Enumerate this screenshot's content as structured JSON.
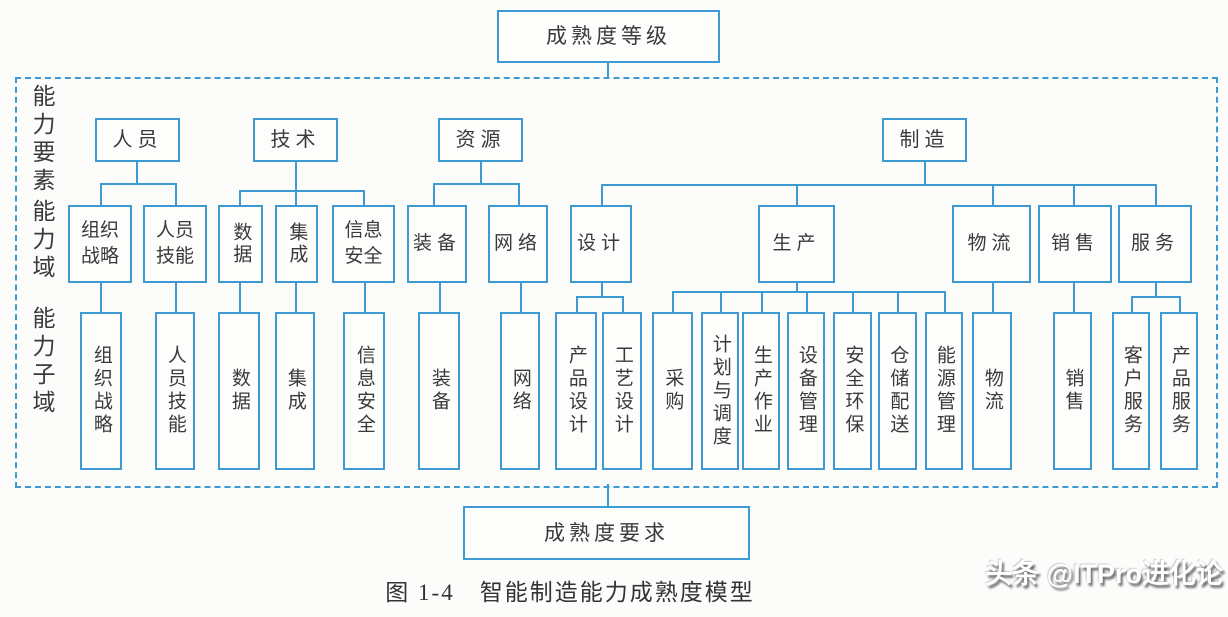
{
  "top_box": {
    "label": "成熟度等级"
  },
  "bottom_box": {
    "label": "成熟度要求"
  },
  "caption": "图 1-4　智能制造能力成熟度模型",
  "watermark": "头条 @ITPro进化论",
  "frame_labels": {
    "elements": "能力要素",
    "domain": "能力域",
    "subdomain": "能力子域"
  },
  "row1": [
    {
      "label": "人员"
    },
    {
      "label": "技术"
    },
    {
      "label": "资源"
    },
    {
      "label": "制造"
    }
  ],
  "row2": [
    {
      "label": "组织战略"
    },
    {
      "label": "人员技能"
    },
    {
      "label": "数据"
    },
    {
      "label": "集成"
    },
    {
      "label": "信息安全"
    },
    {
      "label": "装备"
    },
    {
      "label": "网络"
    },
    {
      "label": "设计"
    },
    {
      "label": "生产"
    },
    {
      "label": "物流"
    },
    {
      "label": "销售"
    },
    {
      "label": "服务"
    }
  ],
  "row3": [
    {
      "label": "组织战略"
    },
    {
      "label": "人员技能"
    },
    {
      "label": "数据"
    },
    {
      "label": "集成"
    },
    {
      "label": "信息安全"
    },
    {
      "label": "装备"
    },
    {
      "label": "网络"
    },
    {
      "label": "产品设计"
    },
    {
      "label": "工艺设计"
    },
    {
      "label": "采购"
    },
    {
      "label": "计划与调度"
    },
    {
      "label": "生产作业"
    },
    {
      "label": "设备管理"
    },
    {
      "label": "安全环保"
    },
    {
      "label": "仓储配送"
    },
    {
      "label": "能源管理"
    },
    {
      "label": "物流"
    },
    {
      "label": "销售"
    },
    {
      "label": "客户服务"
    },
    {
      "label": "产品服务"
    }
  ],
  "colors": {
    "line_blue": "#3e9ad2",
    "text_dark": "#3a3a3a",
    "background": "#fcfcfa"
  }
}
